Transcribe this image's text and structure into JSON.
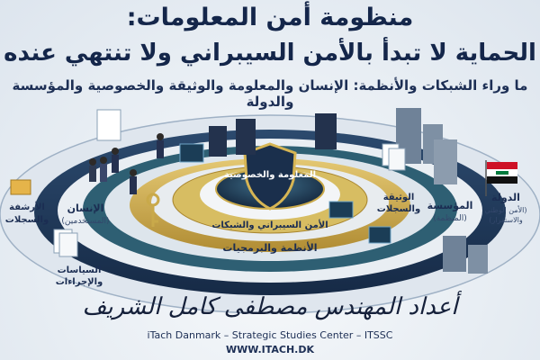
{
  "header": {
    "title_line1": "منظومة أمن المعلومات:",
    "title_line2": "الحماية لا تبدأ بالأمن السيبراني ولا تنتهي عنده",
    "subtitle": "ما وراء الشبكات والأنظمة: الإنسان والمعلومة والوثيقة والخصوصية والمؤسسة والدولة"
  },
  "layers": {
    "core": "المعلومة والخصوصية",
    "cyber": "الأمن السيبراني والشبكات",
    "systems": "الأنظمة والبرمجيات",
    "human": "الإنسان",
    "human_sub": "(المستخدمين)",
    "policies_l1": "السياسات",
    "policies_l2": "والإجراءات",
    "archives_l1": "الأرشفة",
    "archives_l2": "والسجلات",
    "documents_l1": "الوثيقة",
    "documents_l2": "والسجلات",
    "org": "المؤسسة",
    "org_sub": "(المنظمة)",
    "state": "الدولة",
    "state_sub1": "(الأمن الوطني",
    "state_sub2": "والاستقرار)"
  },
  "footer": {
    "signature": "أعداد المهندس مصطفى كامل الشريف",
    "org_line": "iTach Danmark – Strategic Studies Center – ITSSC",
    "url": "WWW.ITACH.DK"
  },
  "colors": {
    "navy": "#14264a",
    "gold": "#c9a94a",
    "teal": "#2f6f7e",
    "ring_dark": "#1f3552"
  }
}
